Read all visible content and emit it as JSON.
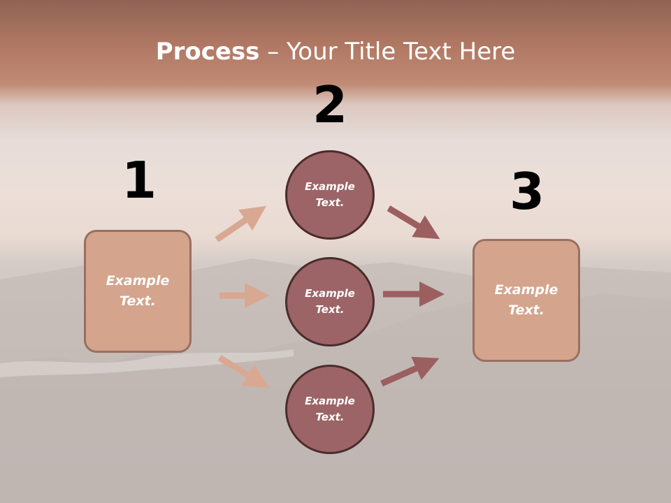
{
  "title": {
    "bold": "Process",
    "rest": " – Your Title Text Here"
  },
  "steps": [
    {
      "number": "1",
      "label": "Example\nText."
    },
    {
      "number": "2",
      "label": "Example\nText."
    },
    {
      "number": "3",
      "label": "Example\nText."
    }
  ],
  "circles": [
    {
      "label": "Example\nText."
    },
    {
      "label": "Example\nText."
    },
    {
      "label": "Example\nText."
    }
  ],
  "colors": {
    "box_fill": "#d4a48c",
    "circle_fill": "#9c6466",
    "arrow_light": "#d9a892",
    "arrow_dark": "#9c5f60"
  }
}
